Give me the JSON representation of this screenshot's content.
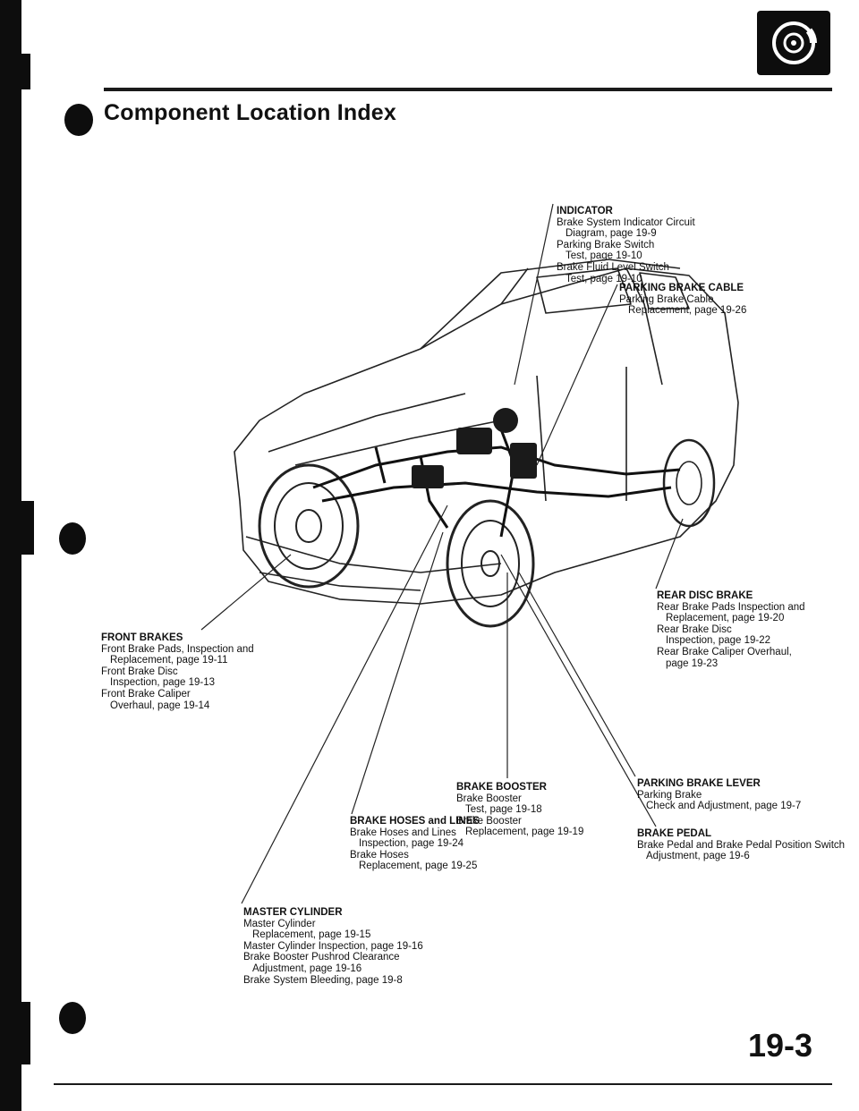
{
  "page": {
    "title": "Component Location Index",
    "page_number": "19-3"
  },
  "icons": {
    "section": "brake-rotor-icon",
    "illustration": "car-brake-system-illustration"
  },
  "callouts": {
    "indicator": {
      "heading": "INDICATOR",
      "lines": [
        "Brake System Indicator Circuit",
        "Diagram, page 19-9",
        "Parking Brake Switch",
        "Test, page 19-10",
        "Brake Fluid Level Switch",
        "Test, page 19-10"
      ]
    },
    "parking_brake_cable": {
      "heading": "PARKING BRAKE CABLE",
      "lines": [
        "Parking Brake Cable",
        "Replacement, page 19-26"
      ]
    },
    "rear_disc_brake": {
      "heading": "REAR DISC BRAKE",
      "lines": [
        "Rear Brake Pads Inspection and",
        "Replacement, page 19-20",
        "Rear Brake Disc",
        "Inspection, page 19-22",
        "Rear Brake Caliper Overhaul,",
        "page 19-23"
      ]
    },
    "front_brakes": {
      "heading": "FRONT BRAKES",
      "lines": [
        "Front Brake Pads, Inspection and",
        "Replacement, page 19-11",
        "Front Brake Disc",
        "Inspection, page 19-13",
        "Front Brake Caliper",
        "Overhaul, page 19-14"
      ]
    },
    "parking_brake_lever": {
      "heading": "PARKING BRAKE LEVER",
      "lines": [
        "Parking Brake",
        "Check and Adjustment, page 19-7"
      ]
    },
    "brake_booster": {
      "heading": "BRAKE BOOSTER",
      "lines": [
        "Brake Booster",
        "Test, page 19-18",
        "Brake Booster",
        "Replacement, page 19-19"
      ]
    },
    "brake_pedal": {
      "heading": "BRAKE PEDAL",
      "lines": [
        "Brake Pedal and Brake Pedal Position Switch",
        "Adjustment, page 19-6"
      ]
    },
    "brake_hoses_lines": {
      "heading": "BRAKE HOSES and LINES",
      "lines": [
        "Brake Hoses and Lines",
        "Inspection, page 19-24",
        "Brake Hoses",
        "Replacement, page 19-25"
      ]
    },
    "master_cylinder": {
      "heading": "MASTER CYLINDER",
      "lines": [
        "Master Cylinder",
        "Replacement, page 19-15",
        "Master Cylinder Inspection, page 19-16",
        "Brake Booster Pushrod Clearance",
        "Adjustment, page 19-16",
        "Brake System Bleeding, page 19-8"
      ]
    }
  }
}
